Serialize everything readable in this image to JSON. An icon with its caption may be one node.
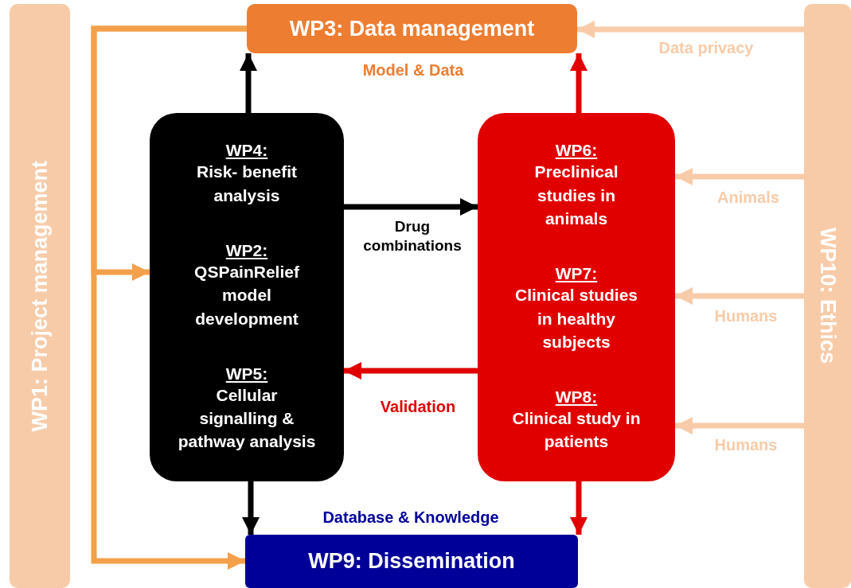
{
  "diagram": {
    "nodes": [
      {
        "text": [
          "WP1: Project management"
        ]
      },
      {
        "text": [
          "WP3: Data management"
        ]
      },
      {
        "text": [
          "WP10: Ethics"
        ]
      },
      {
        "text": [
          "WP4:",
          "Risk- benefit analysis",
          "WP2:",
          "QSPainRelief model development",
          "WP5:",
          "Cellular signalling & pathway analysis"
        ]
      },
      {
        "text": [
          "WP6:",
          "Preclinical studies in animals",
          "WP7:",
          "Clinical studies in healthy subjects",
          "WP8:",
          "Clinical study in patients"
        ]
      },
      {
        "text": [
          "WP9: Dissemination"
        ]
      }
    ],
    "edges": [
      {
        "from": 3,
        "to": 1,
        "arrow": "to",
        "color": "#000000"
      },
      {
        "from": 3,
        "to": 5,
        "arrow": "to",
        "color": "#000000"
      },
      {
        "from": 4,
        "to": 1,
        "arrow": "to",
        "color": "#e00000"
      },
      {
        "from": 4,
        "to": 5,
        "arrow": "to",
        "color": "#e00000"
      },
      {
        "from": 3,
        "to": 4,
        "arrow": "to",
        "label": "Drug combinations",
        "color": "#000000"
      },
      {
        "from": 4,
        "to": 3,
        "arrow": "to",
        "label": "Validation",
        "color": "#e00000"
      },
      {
        "from": 1,
        "to": 3,
        "arrow": "to",
        "color": "#f4a04a"
      },
      {
        "from": 1,
        "to": 5,
        "arrow": "to",
        "color": "#f4a04a"
      },
      {
        "from": 2,
        "to": 1,
        "arrow": "to",
        "label": "Data privacy",
        "color": "#f8cba8"
      },
      {
        "from": 2,
        "to": 4,
        "arrow": "to",
        "label": "Animals",
        "color": "#f8cba8"
      },
      {
        "from": 2,
        "to": 4,
        "arrow": "to",
        "label": "Humans",
        "color": "#f8cba8"
      },
      {
        "from": 2,
        "to": 4,
        "arrow": "to",
        "label": "Humans",
        "color": "#f8cba8"
      }
    ],
    "labels": [
      "Model & Data",
      "Database & Knowledge"
    ]
  }
}
